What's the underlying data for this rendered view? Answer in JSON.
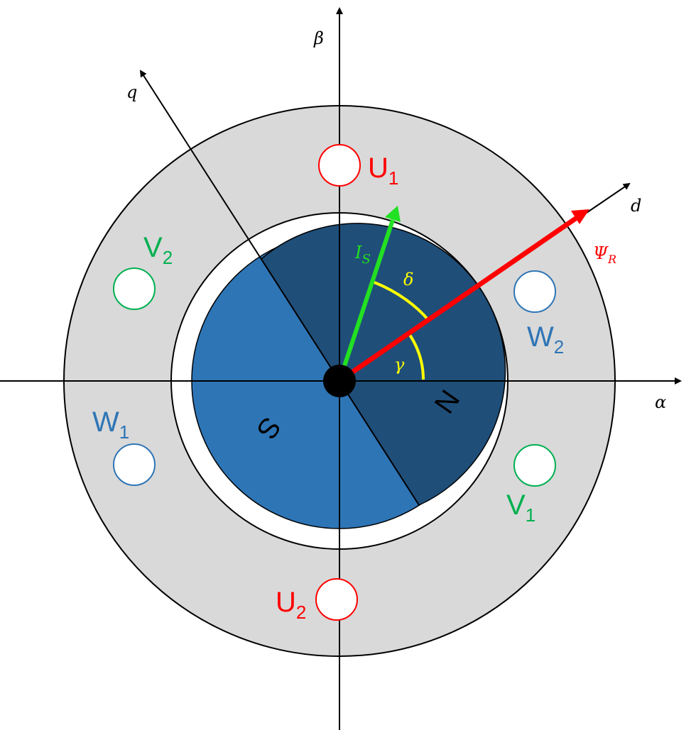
{
  "axes": {
    "alpha": "α",
    "beta": "β",
    "d": "d",
    "q": "q"
  },
  "vectors": {
    "stator_current": {
      "label": "I",
      "sub": "S",
      "color": "#22e022"
    },
    "rotor_flux": {
      "label": "Ψ",
      "sub": "R",
      "color": "#ff0000"
    }
  },
  "angles": {
    "delta": "δ",
    "gamma": "γ",
    "color": "#ffff00"
  },
  "rotor": {
    "north": "N",
    "south": "S",
    "north_color": "#1f4e79",
    "south_color": "#2e75b6"
  },
  "slots": [
    {
      "name": "U",
      "sub": "1",
      "color": "#ff0000"
    },
    {
      "name": "U",
      "sub": "2",
      "color": "#ff0000"
    },
    {
      "name": "V",
      "sub": "1",
      "color": "#00b050"
    },
    {
      "name": "V",
      "sub": "2",
      "color": "#00b050"
    },
    {
      "name": "W",
      "sub": "1",
      "color": "#2e75b6"
    },
    {
      "name": "W",
      "sub": "2",
      "color": "#2e75b6"
    }
  ]
}
